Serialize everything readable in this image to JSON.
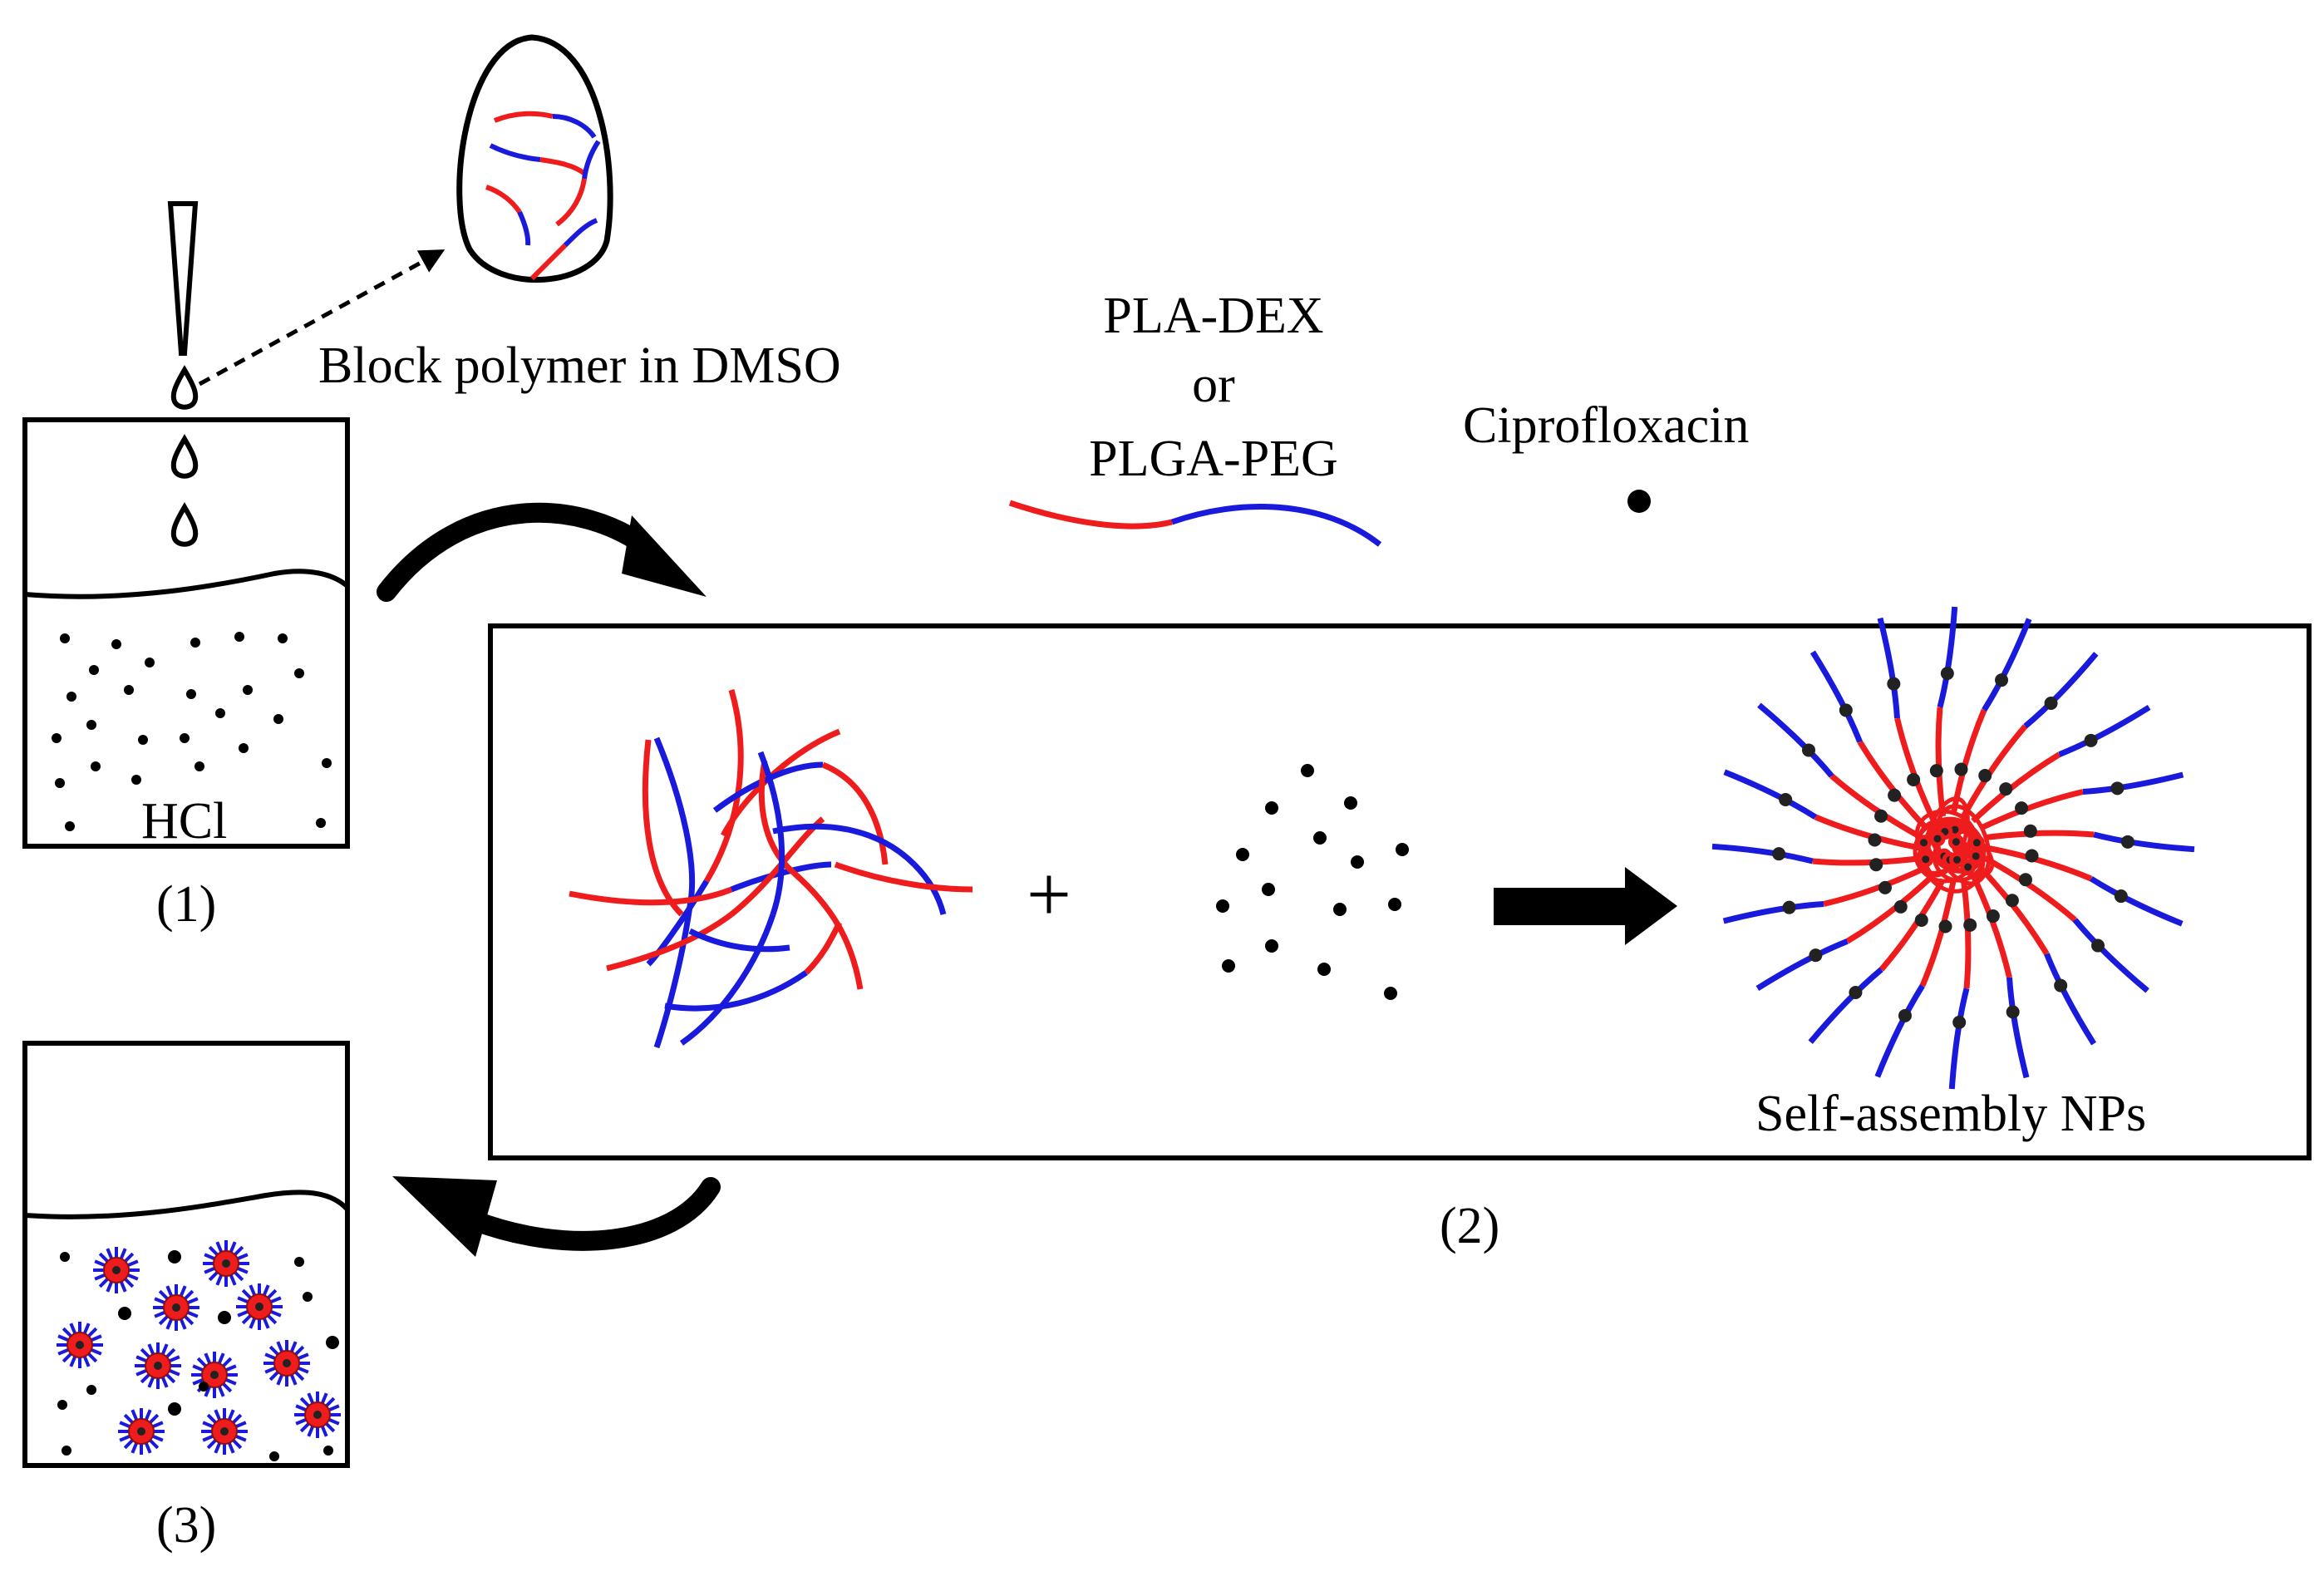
{
  "labels": {
    "block_polymer": "Block polymer in DMSO",
    "legend_line1": "PLA-DEX",
    "legend_line2": "or",
    "legend_line3": "PLGA-PEG",
    "drug": "Ciprofloxacin",
    "acid": "HCl",
    "step1": "(1)",
    "step2": "(2)",
    "step3": "(3)",
    "product": "Self-assembly NPs",
    "plus": "+"
  },
  "colors": {
    "hydrophobic_block": "#ee1c1c",
    "hydrophilic_block": "#1a1adc",
    "drug": "#111111",
    "line": "#000000"
  }
}
